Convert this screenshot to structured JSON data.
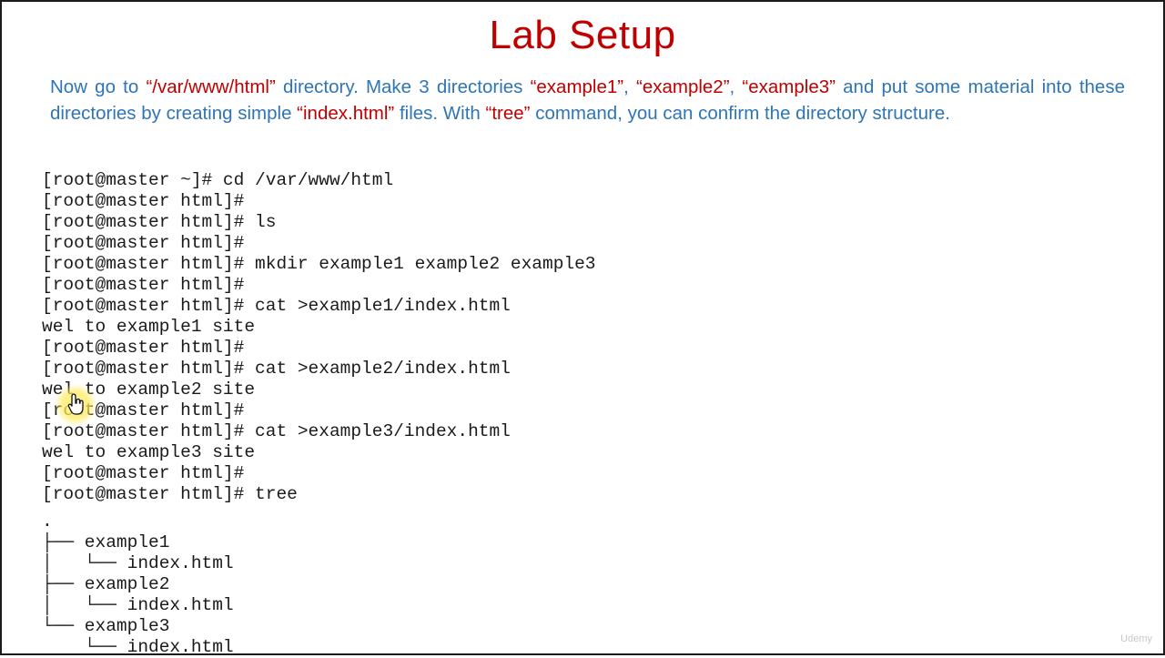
{
  "slide": {
    "title": "Lab Setup",
    "paragraph": [
      {
        "t": "Now go to ",
        "hl": false
      },
      {
        "t": "“/var/www/html”",
        "hl": true
      },
      {
        "t": " directory. Make 3 directories ",
        "hl": false
      },
      {
        "t": "“example1”",
        "hl": true
      },
      {
        "t": ", ",
        "hl": false
      },
      {
        "t": "“example2”",
        "hl": true
      },
      {
        "t": ", ",
        "hl": false
      },
      {
        "t": "“example3”",
        "hl": true
      },
      {
        "t": " and put some material into these directories by creating simple ",
        "hl": false
      },
      {
        "t": "“index.html”",
        "hl": true
      },
      {
        "t": " files. With ",
        "hl": false
      },
      {
        "t": "“tree”",
        "hl": true
      },
      {
        "t": " command, you can confirm the directory structure.",
        "hl": false
      }
    ],
    "colors": {
      "title": "#c00000",
      "text": "#2e75b6",
      "highlight": "#c00000"
    }
  },
  "terminal": {
    "lines": [
      "[root@master ~]# cd /var/www/html",
      "[root@master html]#",
      "[root@master html]# ls",
      "[root@master html]#",
      "[root@master html]# mkdir example1 example2 example3",
      "[root@master html]#",
      "[root@master html]# cat >example1/index.html",
      "wel to example1 site",
      "[root@master html]#",
      "[root@master html]# cat >example2/index.html",
      "wel to example2 site",
      "[root@master html]#",
      "[root@master html]# cat >example3/index.html",
      "wel to example3 site",
      "[root@master html]#",
      "[root@master html]# tree"
    ],
    "tree_lines": [
      ".",
      "├── example1",
      "│   └── index.html",
      "├── example2",
      "│   └── index.html",
      "└── example3",
      "    └── index.html"
    ]
  },
  "watermark": {
    "text": "Udemy"
  },
  "cursor": {
    "icon": "hand-pointer-icon"
  }
}
